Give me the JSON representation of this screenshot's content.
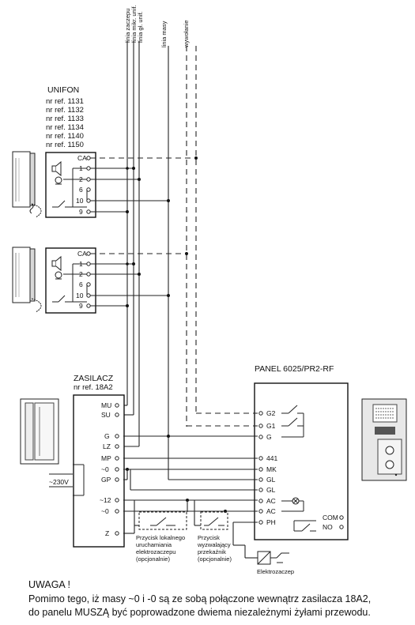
{
  "bus_labels": [
    "linia zaczepu",
    "linia mikr. unif.",
    "linia gł. unif.",
    "linia masy",
    "wywołanie"
  ],
  "unifon": {
    "title": "UNIFON",
    "refs": [
      "nr ref. 1131",
      "nr ref. 1132",
      "nr ref. 1133",
      "nr ref. 1134",
      "nr ref. 1140",
      "nr ref. 1150"
    ],
    "terminals": [
      "CA",
      "1",
      "2",
      "6",
      "10",
      "9"
    ]
  },
  "zasilacz": {
    "title": "ZASILACZ",
    "ref": "nr ref. 18A2",
    "terminals": [
      "MU",
      "SU",
      "G",
      "LZ",
      "MP",
      "~0",
      "GP",
      "~12",
      "~0",
      "Z"
    ],
    "mains": "~230V"
  },
  "panel": {
    "title": "PANEL 6025/PR2-RF",
    "terminals": [
      "G2",
      "G1",
      "G",
      "441",
      "MK",
      "GL",
      "GL",
      "AC",
      "AC",
      "PH"
    ],
    "relay_terminals": [
      "COM",
      "NO"
    ]
  },
  "switches": {
    "local": [
      "Przycisk lokalnego",
      "uruchamiania",
      "elektrozaczepu",
      "(opcjonalnie)"
    ],
    "relay": [
      "Przycisk",
      "wyzwalający",
      "przekaźnik",
      "(opcjonalnie)"
    ]
  },
  "lock": "Elektrozaczep",
  "note": {
    "title": "UWAGA !",
    "lines": [
      "Pomimo tego, iż masy ~0 i -0 są ze sobą połączone wewnątrz zasilacza 18A2,",
      "do panelu MUSZĄ być poprowadzone dwiema niezależnymi żyłami przewodu."
    ]
  }
}
